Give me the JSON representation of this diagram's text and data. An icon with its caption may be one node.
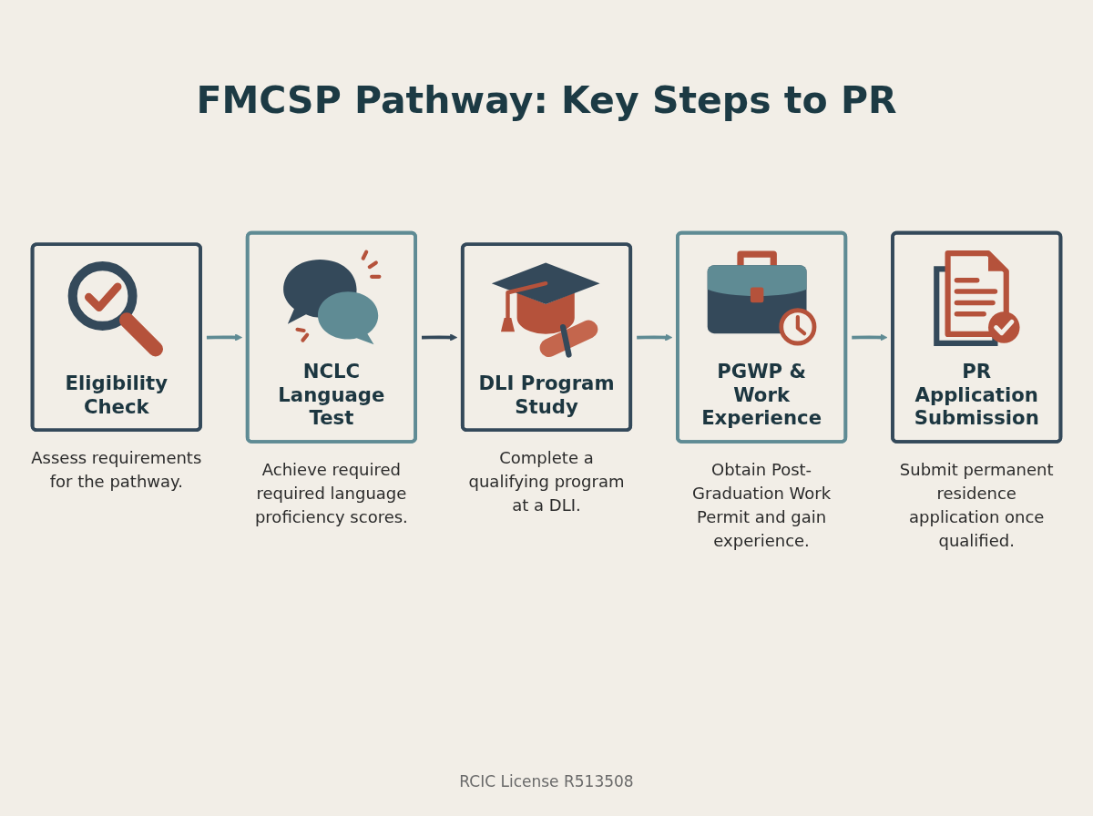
{
  "diagram": {
    "title": "FMCSP Pathway: Key Steps to PR",
    "nodes": [
      {
        "text": [
          "Eligibility Check"
        ],
        "beside": [
          "Assess requirements for the pathway."
        ]
      },
      {
        "text": [
          "NCLC Language Test"
        ],
        "beside": [
          "Achieve required required language proficiency scores."
        ]
      },
      {
        "text": [
          "DLI Program Study"
        ],
        "beside": [
          "Complete a qualifying program at a DLI."
        ]
      },
      {
        "text": [
          "PGWP & Work Experience"
        ],
        "beside": [
          "Obtain Post-Graduation Work Permit and gain experience."
        ]
      },
      {
        "text": [
          "PR Application Submission"
        ],
        "beside": [
          "Submit permanent residence application once qualified."
        ]
      }
    ],
    "edges": [
      {
        "from": 0,
        "to": 1,
        "arrow": "to"
      },
      {
        "from": 1,
        "to": 2,
        "arrow": "to",
        "color": "#34495a"
      },
      {
        "from": 2,
        "to": 3,
        "arrow": "to"
      },
      {
        "from": 3,
        "to": 4,
        "arrow": "to"
      }
    ],
    "labels": [
      "RCIC License R513508"
    ]
  }
}
